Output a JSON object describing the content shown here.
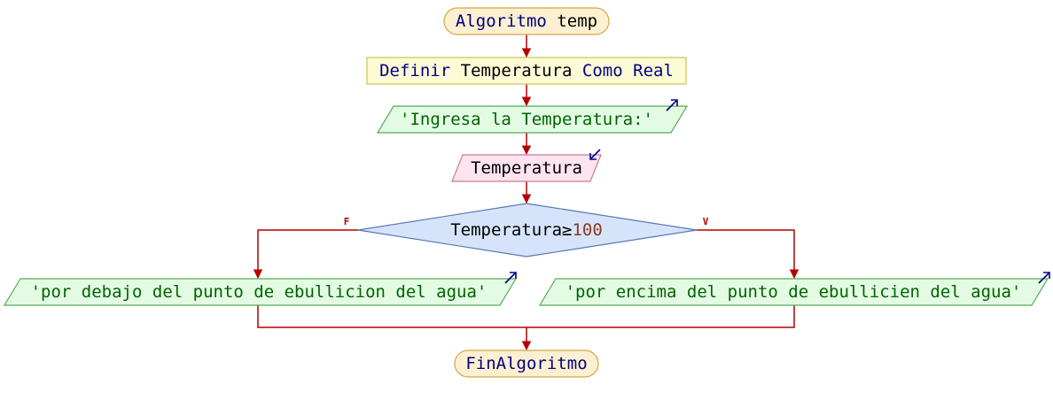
{
  "flowchart": {
    "start": {
      "keyword": "Algoritmo",
      "name": "temp"
    },
    "define": {
      "kw1": "Definir",
      "var": "Temperatura",
      "kw2": "Como",
      "type": "Real"
    },
    "output_prompt": {
      "text": "'Ingresa la Temperatura:'"
    },
    "input": {
      "text": "Temperatura"
    },
    "decision": {
      "var": "Temperatura",
      "op": "≥",
      "value": "100"
    },
    "branch_false": {
      "label": "F",
      "text": "'por debajo del punto de ebullicion del agua'"
    },
    "branch_true": {
      "label": "V",
      "text": "'por encima del punto de ebullicien del agua'"
    },
    "end": {
      "text": "FinAlgoritmo"
    }
  },
  "colors": {
    "terminal_fill": "#fdf0d0",
    "terminal_stroke": "#d2a64a",
    "process_fill": "#fdfbd5",
    "process_stroke": "#d2c24a",
    "output_fill": "#e3fbe3",
    "output_stroke": "#55aa55",
    "input_fill": "#fde4ee",
    "input_stroke": "#c77a98",
    "decision_fill": "#d6e4fb",
    "decision_stroke": "#5677b3",
    "connector": "#b40000",
    "keyword_text": "#000080",
    "string_text": "#006400",
    "number_text": "#8b3a1a",
    "plain_text": "#000000",
    "io_arrow": "#000080"
  },
  "icons": {
    "output_arrow": "arrow-up-right-icon",
    "input_arrow": "arrow-down-left-icon"
  }
}
